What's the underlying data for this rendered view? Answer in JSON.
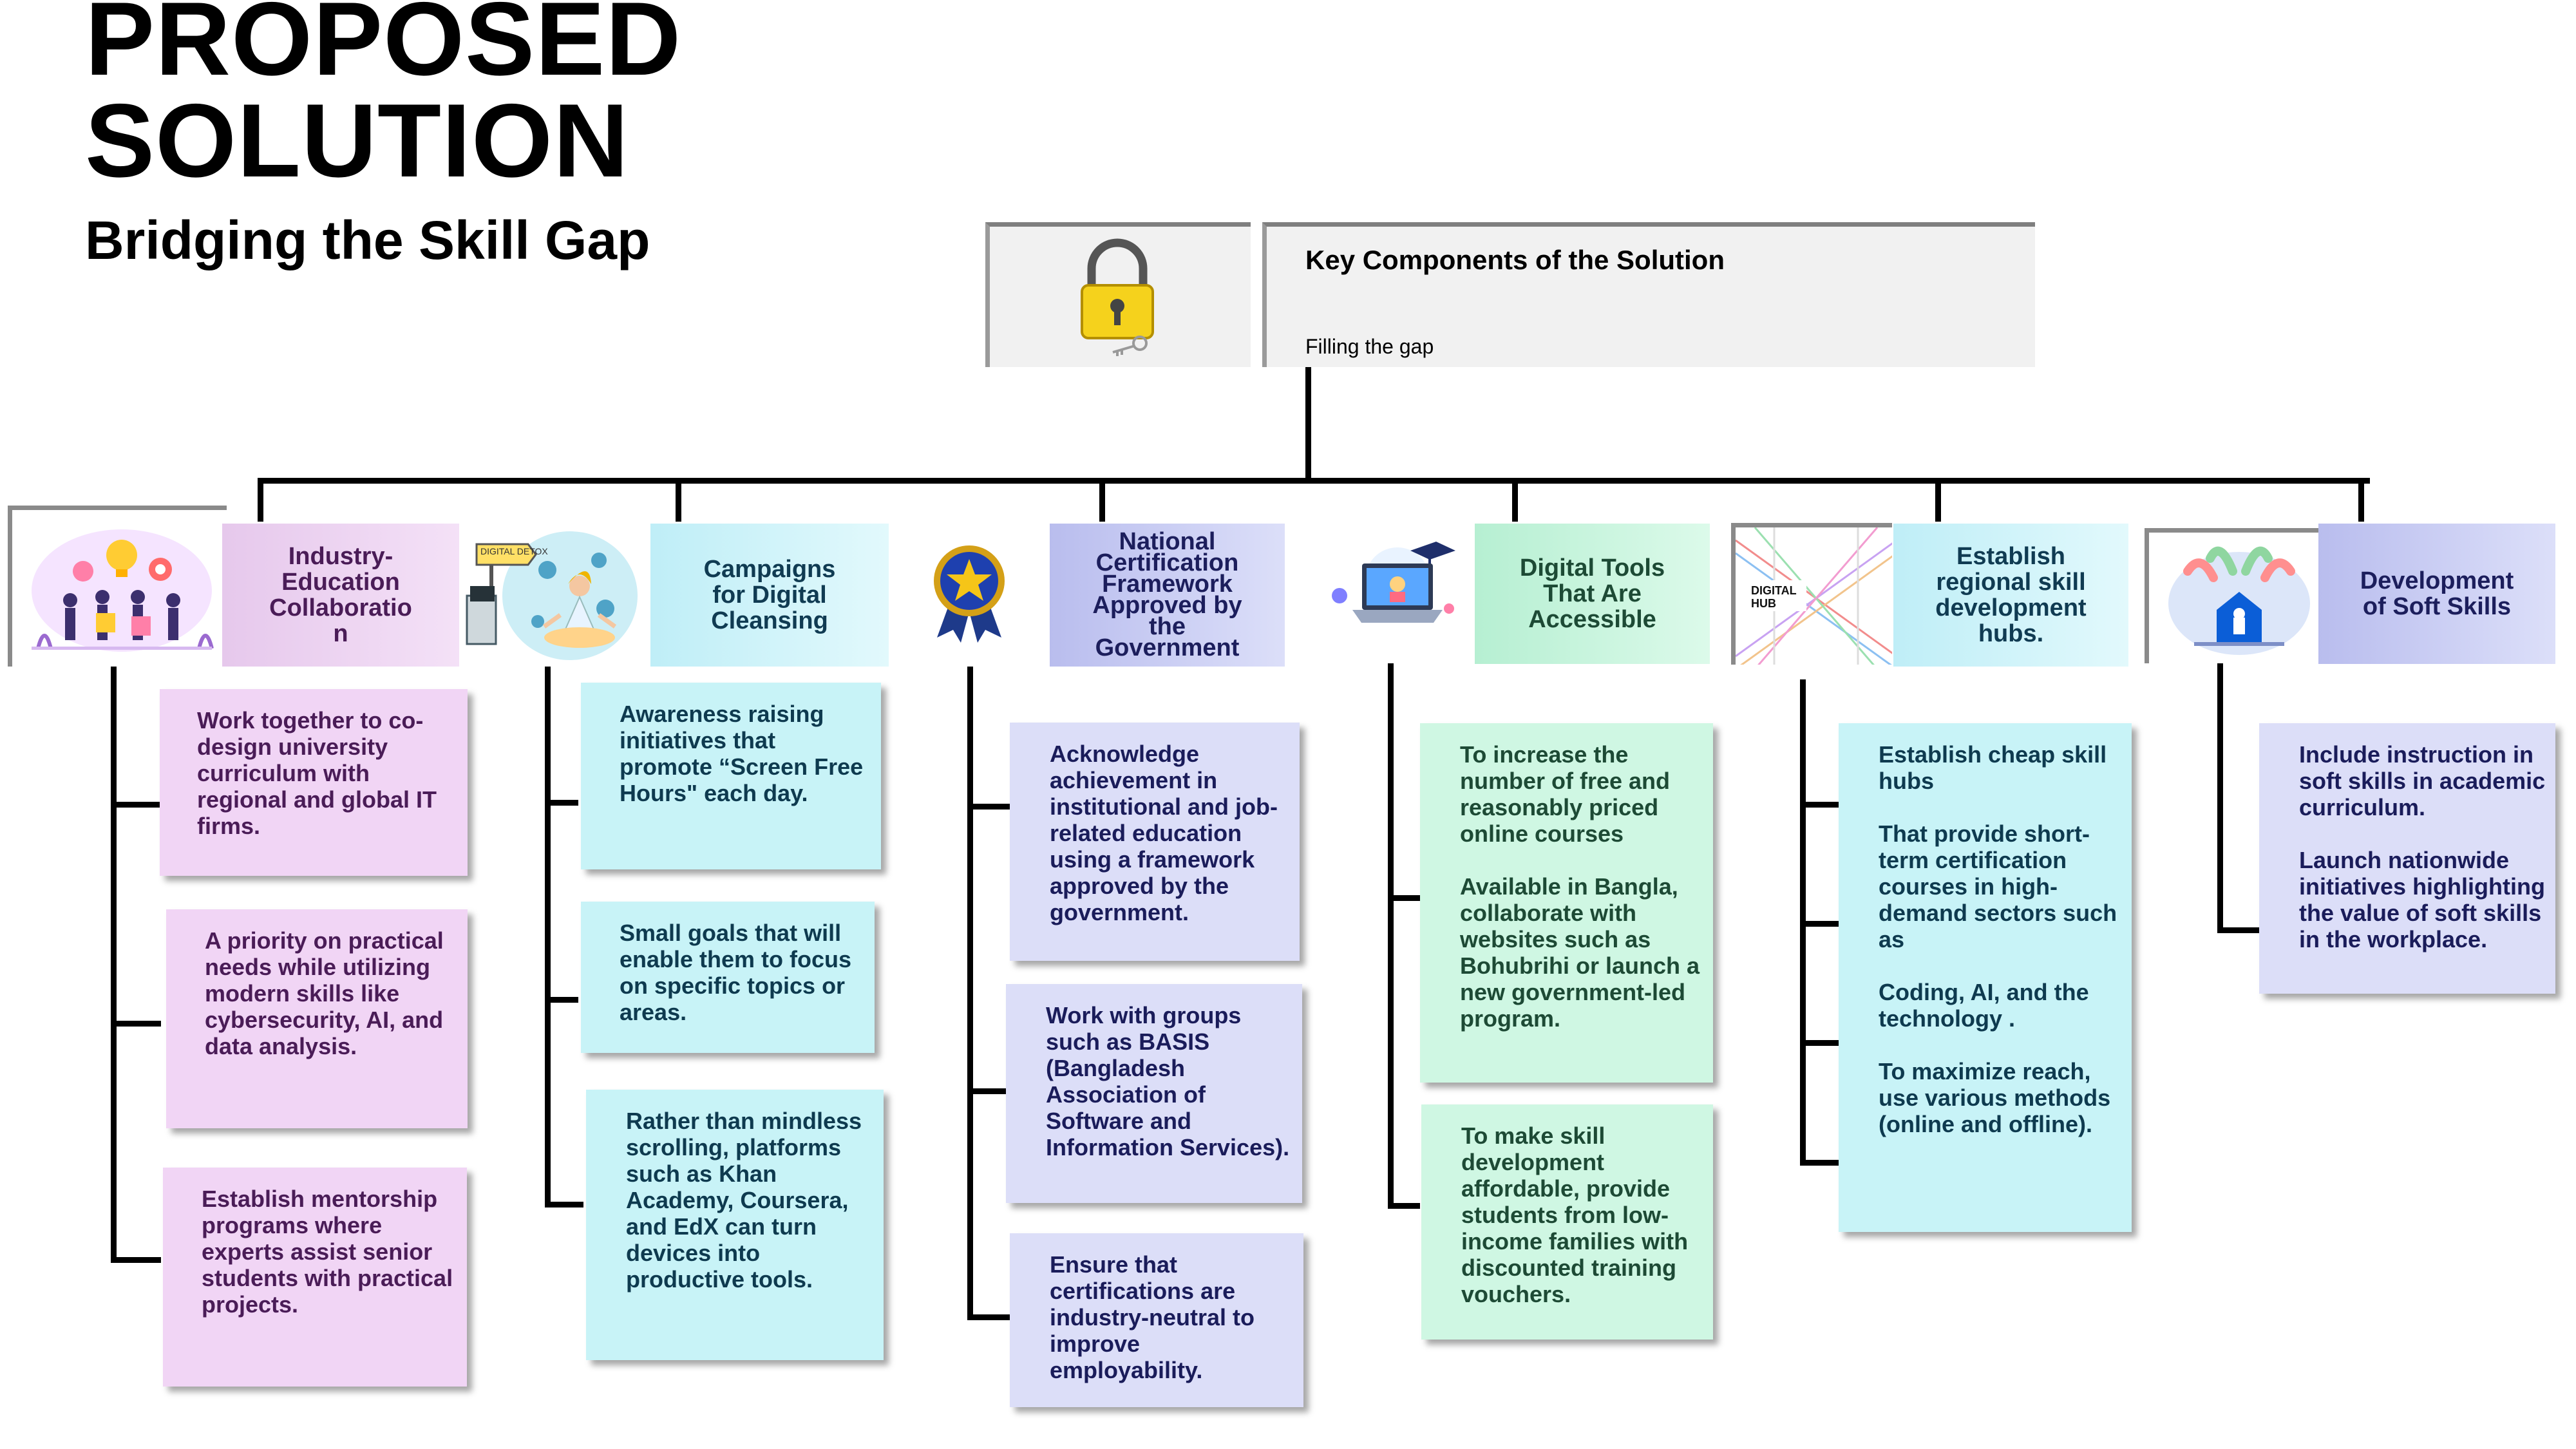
{
  "title": {
    "line1": "PROPOSED",
    "line2": "SOLUTION"
  },
  "subtitle": "Bridging the Skill Gap",
  "header": {
    "title": "Key Components of the Solution",
    "subtitle": "Filling the gap",
    "icon": "padlock-icon"
  },
  "columns": [
    {
      "label": "Industry-\nEducation\nCollaboratio\nn",
      "icon": "collaboration-illustration-icon",
      "color": "#e6c8ec",
      "cards": [
        "Work together to co-design university curriculum with regional and global IT firms.",
        "A priority on practical needs while utilizing modern skills like cybersecurity, AI, and data analysis.",
        "Establish mentorship programs where experts assist senior students with practical projects."
      ]
    },
    {
      "label": "Campaigns\nfor Digital\nCleansing",
      "icon": "digital-detox-illustration-icon",
      "icon_sign": "DIGITAL DETOX",
      "color": "#bfeef7",
      "cards": [
        "Awareness raising initiatives that promote “Screen Free Hours\" each day.",
        "Small goals that will enable them to focus on specific topics or areas.",
        "Rather than mindless scrolling, platforms such as Khan Academy, Coursera, and EdX can turn devices into productive tools."
      ]
    },
    {
      "label": "National\nCertification\nFramework\nApproved by\nthe\nGovernment",
      "icon": "award-ribbon-icon",
      "color": "#b9bdee",
      "cards": [
        "Acknowledge achievement in institutional and job-related education using a framework approved by the government.",
        "Work with groups such as BASIS (Bangladesh Association of Software and Information Services).",
        "Ensure that certifications are industry-neutral to improve employability."
      ]
    },
    {
      "label": "Digital Tools\nThat Are\nAccessible",
      "icon": "online-learning-laptop-icon",
      "color": "#b6efd2",
      "cards": [
        "To increase the number of free and reasonably priced online courses\n\nAvailable in Bangla, collaborate with websites such as Bohubrihi or launch a new government-led program.",
        "To make skill development affordable, provide students from low-income families with discounted training vouchers."
      ]
    },
    {
      "label": "Establish\nregional skill\ndevelopment\nhubs.",
      "icon": "digital-hub-icon",
      "icon_text": "DIGITAL\nHUB",
      "color": "#bfeef7",
      "cards": [
        "Establish cheap skill hubs\n\nThat provide short-term certification courses in high-demand sectors such as\n\nCoding, AI, and the technology .\n\nTo maximize reach, use various methods (online and offline)."
      ]
    },
    {
      "label": "Development\nof Soft Skills",
      "icon": "soft-skills-illustration-icon",
      "color": "#b9bdee",
      "cards": [
        "Include instruction in soft skills in academic curriculum.\n\nLaunch nationwide initiatives highlighting the value of soft skills in the workplace."
      ]
    }
  ]
}
